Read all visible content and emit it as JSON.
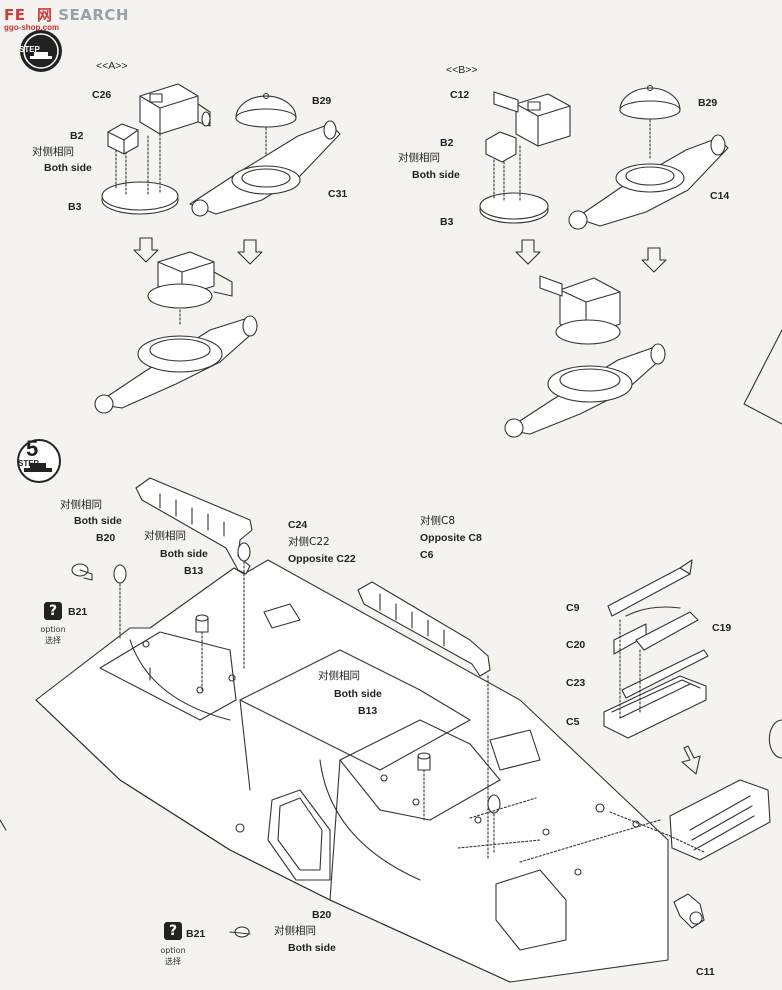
{
  "watermark": {
    "text": "SEARCH",
    "brand": "FE  网",
    "url": "ggo-shop.com"
  },
  "step4": {
    "label": "STEP"
  },
  "step5": {
    "label": "STEP",
    "number": "5"
  },
  "variant_a": {
    "title": "<<A>>"
  },
  "variant_b": {
    "title": "<<B>>"
  },
  "labels": {
    "c26": "C26",
    "b2a": "B2",
    "both_cn_a": "对侧相同",
    "both_en_a": "Both side",
    "b3a": "B3",
    "b29a": "B29",
    "c31": "C31",
    "c12": "C12",
    "b2b": "B2",
    "both_cn_b": "对侧相同",
    "both_en_b": "Both side",
    "b3b": "B3",
    "b29b": "B29",
    "c14": "C14",
    "both_cn_1": "对侧相同",
    "both_en_1": "Both side",
    "b20_1": "B20",
    "b21_1": "B21",
    "option_1": "option",
    "select_1": "选择",
    "both_cn_2": "对侧相同",
    "both_en_2": "Both side",
    "b13_1": "B13",
    "c24": "C24",
    "opp_c22_cn": "对侧C22",
    "opp_c22_en": "Opposite C22",
    "opp_c8_cn": "对侧C8",
    "opp_c8_en": "Opposite C8",
    "c6": "C6",
    "both_cn_3": "对侧相同",
    "both_en_3": "Both side",
    "b13_2": "B13",
    "c9": "C9",
    "c20": "C20",
    "c19": "C19",
    "c23": "C23",
    "c5": "C5",
    "b21_2": "B21",
    "option_2": "option",
    "select_2": "选择",
    "b20_2": "B20",
    "both_cn_4": "对侧相同",
    "both_en_4": "Both side",
    "c11": "C11"
  }
}
